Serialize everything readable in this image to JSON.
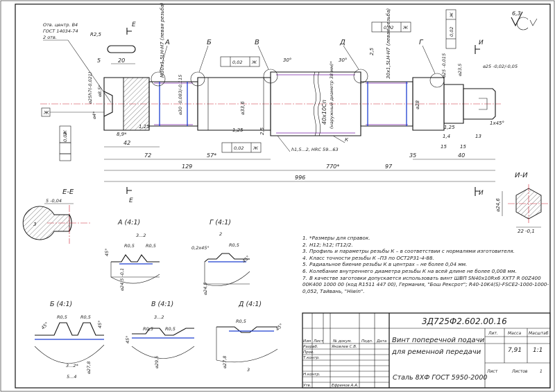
{
  "drawing_number": "3Д725Ф2.602.00.16",
  "part_title_line1": "Винт поперечной подачи",
  "part_title_line2": "для ременной передачи",
  "material": "Сталь 8ХФ ГОСТ 5950-2000",
  "title_block": {
    "header_labels": [
      "Изм",
      "Лист",
      "№ докум.",
      "Подп.",
      "Дата"
    ],
    "roles": [
      "Разраб.",
      "Пров.",
      "Т.контр.",
      "Н.контр.",
      "Утв."
    ],
    "developer": "Яковлев С.В.",
    "approver": "Ефремов А.А.",
    "lit_label": "Лит.",
    "mass_label": "Масса",
    "scale_label": "Масштаб",
    "mass": "7,91",
    "scale": "1:1",
    "sheet_label": "Лист",
    "sheets_label": "Листов",
    "sheets_count": "1"
  },
  "roughness_mark": "6,3",
  "center_hole_note": [
    "Отв. центр. В4",
    "ГОСТ 14034-74",
    "2 отв."
  ],
  "view_labels": {
    "section_cut": "Е",
    "section_cut2": "И",
    "section_E": "Е-Е",
    "section_I": "И-И",
    "A": "А (4:1)",
    "B": "Б (4:1)",
    "V": "В (4:1)",
    "G": "Г (4:1)",
    "D": "Д (4:1)",
    "callout_A": "А",
    "callout_B": "Б",
    "callout_V": "В",
    "callout_D": "Д",
    "callout_G": "Г"
  },
  "dimensions": {
    "overall": "996",
    "d129": "129",
    "d770": "770*",
    "d97": "97",
    "d72": "72",
    "d57": "57*",
    "d42": "42",
    "d35": "35",
    "d40": "40",
    "d15a": "15",
    "d15b": "15",
    "d13": "13",
    "d14": "1,4",
    "d20": "20",
    "d5": "5",
    "d89": "8,9*",
    "d25": "2,5",
    "d25b": "2,5",
    "d125a": "1,25",
    "d125b": "1,25",
    "d125c": "1,25",
    "r25": "R2,5",
    "chamfer": "1х45°",
    "ang30a": "30°",
    "ang30b": "30°",
    "dia25h7": "⌀25h7(-0,021)",
    "dia85": "⌀8,5*",
    "dia4": "⌀4*",
    "thread_left": "M30х1,5LH-H7 (левая резьба)",
    "thread_right": "30х1,5LH-H7 (левая резьба)",
    "dia30": "⌀30 -0,083/-0,115",
    "dia336": "⌀33,6",
    "thread_main": "40х10Сп",
    "thread_main_note": "(наружный диаметр 38 мм)*",
    "dia28": "⌀28",
    "dia25r": "⌀25 -0,02/-0,05",
    "dia235": "⌀23,5",
    "dia25g": "⌀25 -0,015",
    "hardness": "h1,5...2, HRC 59...63",
    "k_label": "К",
    "key_width": "5 -0,04",
    "key_depth": "3",
    "ii_dia": "⌀24,6",
    "ii_width": "22 -0,1"
  },
  "tolerances": {
    "runout1": "0,02",
    "base1": "Ж",
    "runout2": "0,02",
    "base2": "Ж",
    "runout3": "0,02",
    "base3": "Ж",
    "runout4": "0,02",
    "base4": "Ж",
    "runout5": "0,02",
    "base5": "Ж",
    "base_datum": "Ж"
  },
  "details": {
    "a_r1": "R0,5",
    "a_r2": "R0,5",
    "a_w": "3...2",
    "a_ang": "45°",
    "a_dia": "⌀24,5 -0,1",
    "g_ch": "0,2х45°",
    "g_w": "2",
    "g_r": "R0,5",
    "g_ang": "45°",
    "g_dia": "⌀24,5",
    "b_r1": "R0,5",
    "b_r2": "R0,5",
    "b_w1": "3...2*",
    "b_w2": "5...4",
    "b_ang1": "45°",
    "b_ang2": "45°",
    "b_dia": "⌀27,8",
    "v_w": "3...2",
    "v_r1": "R0,5",
    "v_r2": "R0,5",
    "v_ang": "45°",
    "v_dia": "⌀29,5",
    "d_r": "R0,5",
    "d_ang": "45°",
    "d_w": "3",
    "d_dia": "⌀27,8"
  },
  "notes": [
    {
      "num": "1.",
      "text": "*Размеры для справок."
    },
    {
      "num": "2.",
      "text": "H12; h12; IT12/2."
    },
    {
      "num": "3.",
      "text": "Профиль и параметры резьбы К – в соответствии с нормалями изготовителя."
    },
    {
      "num": "4.",
      "text": "Класс точности резьбы К –П3 по ОСТ2Р31-4-88."
    },
    {
      "num": "5.",
      "text": "Радиальное биение резьбы К в центрах – не более 0,04 мм."
    },
    {
      "num": "6.",
      "text": "Колебание внутреннего диаметра резьбы К на всей длине не более 0,008 мм."
    },
    {
      "num": "7.",
      "text": "В качестве заготовки допускается использовать винт ШВП SN40х10Rх6 ХХТ7 R 00Z400 00К400 1000 00 (код R1511 447 00), Германия, \"Бош Рексрот\"; R40-10K4(S)-FSCE2-1000-1000-0,052, Тайвань, \"Hiwin\"."
    }
  ]
}
